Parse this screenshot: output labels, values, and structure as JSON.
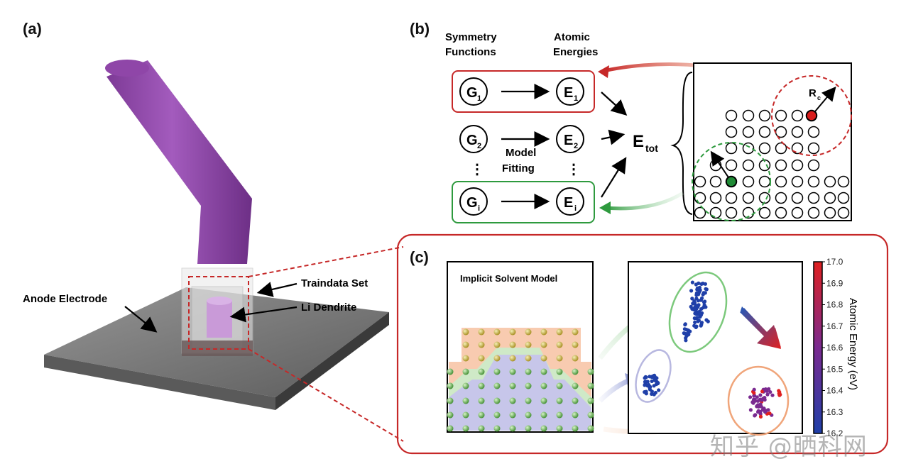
{
  "panels": {
    "a": "(a)",
    "b": "(b)",
    "c": "(c)"
  },
  "panel_a": {
    "anode_label": "Anode Electrode",
    "traindata_label": "Traindata Set",
    "dendrite_label": "Li Dendrite"
  },
  "panel_b": {
    "header_sym": [
      "Symmetry",
      "Functions"
    ],
    "header_atomic": [
      "Atomic",
      "Energies"
    ],
    "g_sub": [
      "1",
      "2",
      "i"
    ],
    "e_sub": [
      "1",
      "2",
      "i"
    ],
    "g_letter": "G",
    "e_letter": "E",
    "model_fitting": [
      "Model",
      "Fitting"
    ],
    "e_tot_main": "E",
    "e_tot_sub": "tot",
    "rc_main": "R",
    "rc_sub": "c",
    "vdots": "⋮"
  },
  "panel_c": {
    "implicit_title": "Implicit Solvent Model",
    "colorbar_title": "Atomic Energy (eV)",
    "colorbar_ticks": [
      "17.0",
      "16.9",
      "16.8",
      "16.7",
      "16.6",
      "16.5",
      "16.4",
      "16.3",
      "16.2"
    ],
    "colors": {
      "low": "#1f3fa8",
      "mid": "#7a2a90",
      "high": "#e02020"
    }
  },
  "watermark": "知乎 @晒科网",
  "colors": {
    "red_box": "#c62828",
    "green_box": "#2e9a3e",
    "purple_tube": "#9b4fb2",
    "panel_c_border": "#c62828"
  }
}
